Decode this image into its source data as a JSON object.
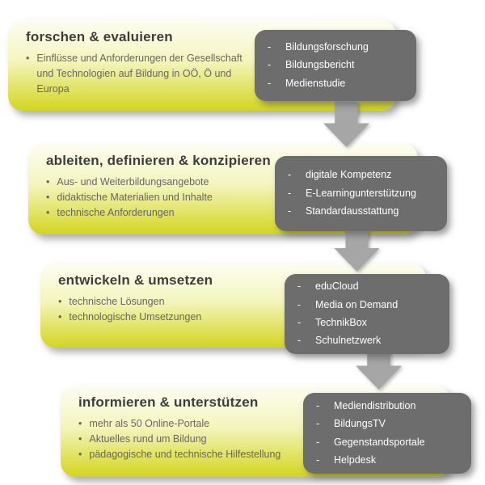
{
  "list_marker": "•",
  "output_marker": "-",
  "stages": [
    {
      "title": "forschen & evaluieren",
      "bullets": [
        "Einflüsse und Anforderungen der Gesellschaft und Technologien auf Bildung in OÖ, Ö und Europa"
      ],
      "outputs": [
        "Bildungsforschung",
        "Bildungsbericht",
        "Medienstudie"
      ]
    },
    {
      "title": "ableiten, definieren & konzipieren",
      "bullets": [
        "Aus- und Weiterbildungsangebote",
        "didaktische Materialien und Inhalte",
        "technische Anforderungen"
      ],
      "outputs": [
        "digitale Kompetenz",
        "E-Learningunterstützung",
        "Standardausstattung"
      ]
    },
    {
      "title": "entwickeln & umsetzen",
      "bullets": [
        "technische Lösungen",
        "technologische Umsetzungen"
      ],
      "outputs": [
        "eduCloud",
        "Media on Demand",
        "TechnikBox",
        "Schulnetzwerk"
      ]
    },
    {
      "title": "informieren & unterstützen",
      "bullets": [
        "mehr als 50 Online-Portale",
        "Aktuelles rund um Bildung",
        "pädagogische und technische Hilfestellung"
      ],
      "outputs": [
        "Mediendistribution",
        "BildungsTV",
        "Gegenstandsportale",
        "Helpdesk"
      ]
    }
  ],
  "colors": {
    "yellow_top": "#fdfdf2",
    "yellow_bottom": "#d3d51f",
    "panel_gray": "#6d6d6d",
    "arrow_gray": "#a6a6a6",
    "title_text": "#3d3d3d",
    "bullet_text": "#666666",
    "panel_text": "#ffffff"
  }
}
